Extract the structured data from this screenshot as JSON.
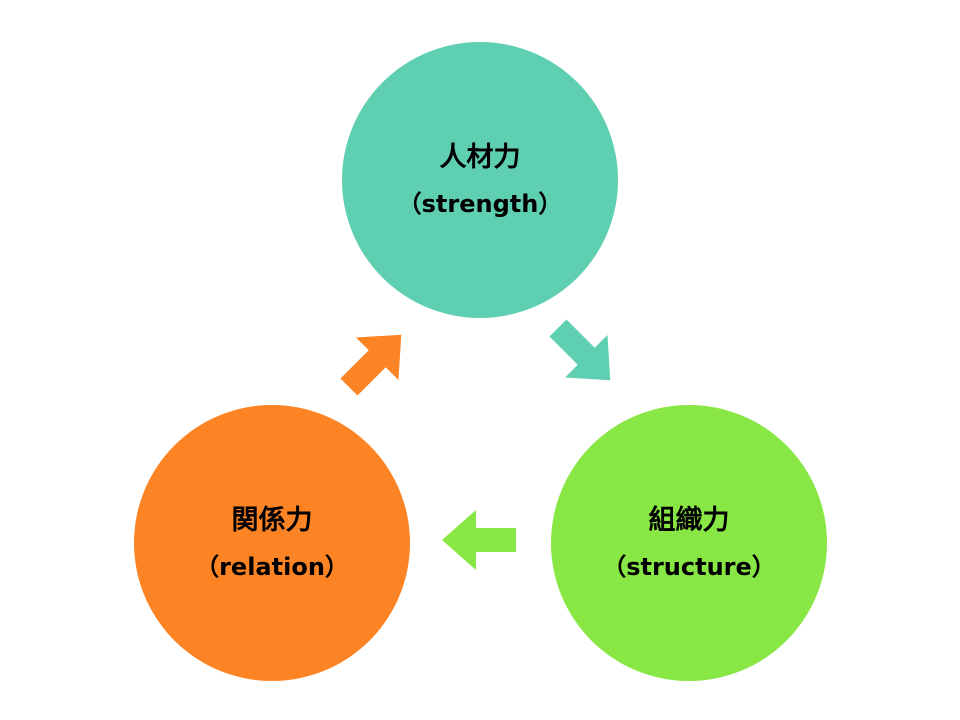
{
  "colors": {
    "strength": "#5fcfb1",
    "structure": "#88e645",
    "relation": "#fd8424"
  },
  "nodes": {
    "strength": {
      "title": "人材力",
      "sub": "（strength）"
    },
    "structure": {
      "title": "組織力",
      "sub": "（structure）"
    },
    "relation": {
      "title": "関係力",
      "sub": "（relation）"
    }
  },
  "arrows": [
    {
      "from": "strength",
      "to": "structure",
      "color": "#5fcfb1"
    },
    {
      "from": "structure",
      "to": "relation",
      "color": "#88e645"
    },
    {
      "from": "relation",
      "to": "strength",
      "color": "#fd8424"
    }
  ]
}
